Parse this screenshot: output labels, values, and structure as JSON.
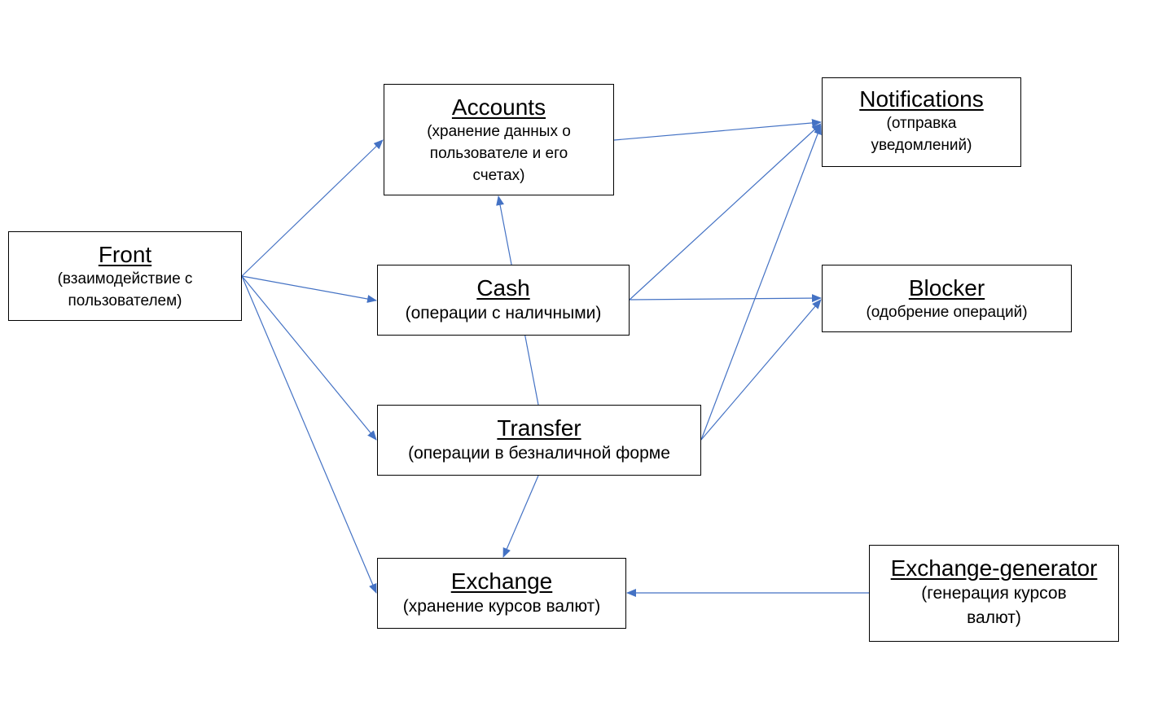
{
  "colors": {
    "arrow": "#4472C4",
    "box_border": "#000000",
    "background": "#ffffff"
  },
  "nodes": {
    "front": {
      "title": "Front",
      "description": "(взаимодействие с пользователем)"
    },
    "accounts": {
      "title": "Accounts",
      "description": "(хранение данных о пользователе и его счетах)"
    },
    "notifications": {
      "title": "Notifications",
      "description": "(отправка уведомлений)"
    },
    "cash": {
      "title": "Cash",
      "description": "(операции с наличными)"
    },
    "blocker": {
      "title": "Blocker",
      "description": "(одобрение операций)"
    },
    "transfer": {
      "title": "Transfer",
      "description": "(операции в безналичной форме"
    },
    "exchange": {
      "title": "Exchange",
      "description": "(хранение курсов валют)"
    },
    "exchange_generator": {
      "title": "Exchange-generator",
      "description": "(генерация курсов валют)"
    }
  },
  "edges": [
    {
      "from": "front",
      "to": "accounts"
    },
    {
      "from": "front",
      "to": "cash"
    },
    {
      "from": "front",
      "to": "transfer"
    },
    {
      "from": "front",
      "to": "exchange"
    },
    {
      "from": "accounts",
      "to": "notifications"
    },
    {
      "from": "cash",
      "to": "notifications"
    },
    {
      "from": "cash",
      "to": "blocker"
    },
    {
      "from": "transfer",
      "to": "accounts"
    },
    {
      "from": "transfer",
      "to": "notifications"
    },
    {
      "from": "transfer",
      "to": "blocker"
    },
    {
      "from": "transfer",
      "to": "exchange"
    },
    {
      "from": "exchange_generator",
      "to": "exchange"
    }
  ]
}
